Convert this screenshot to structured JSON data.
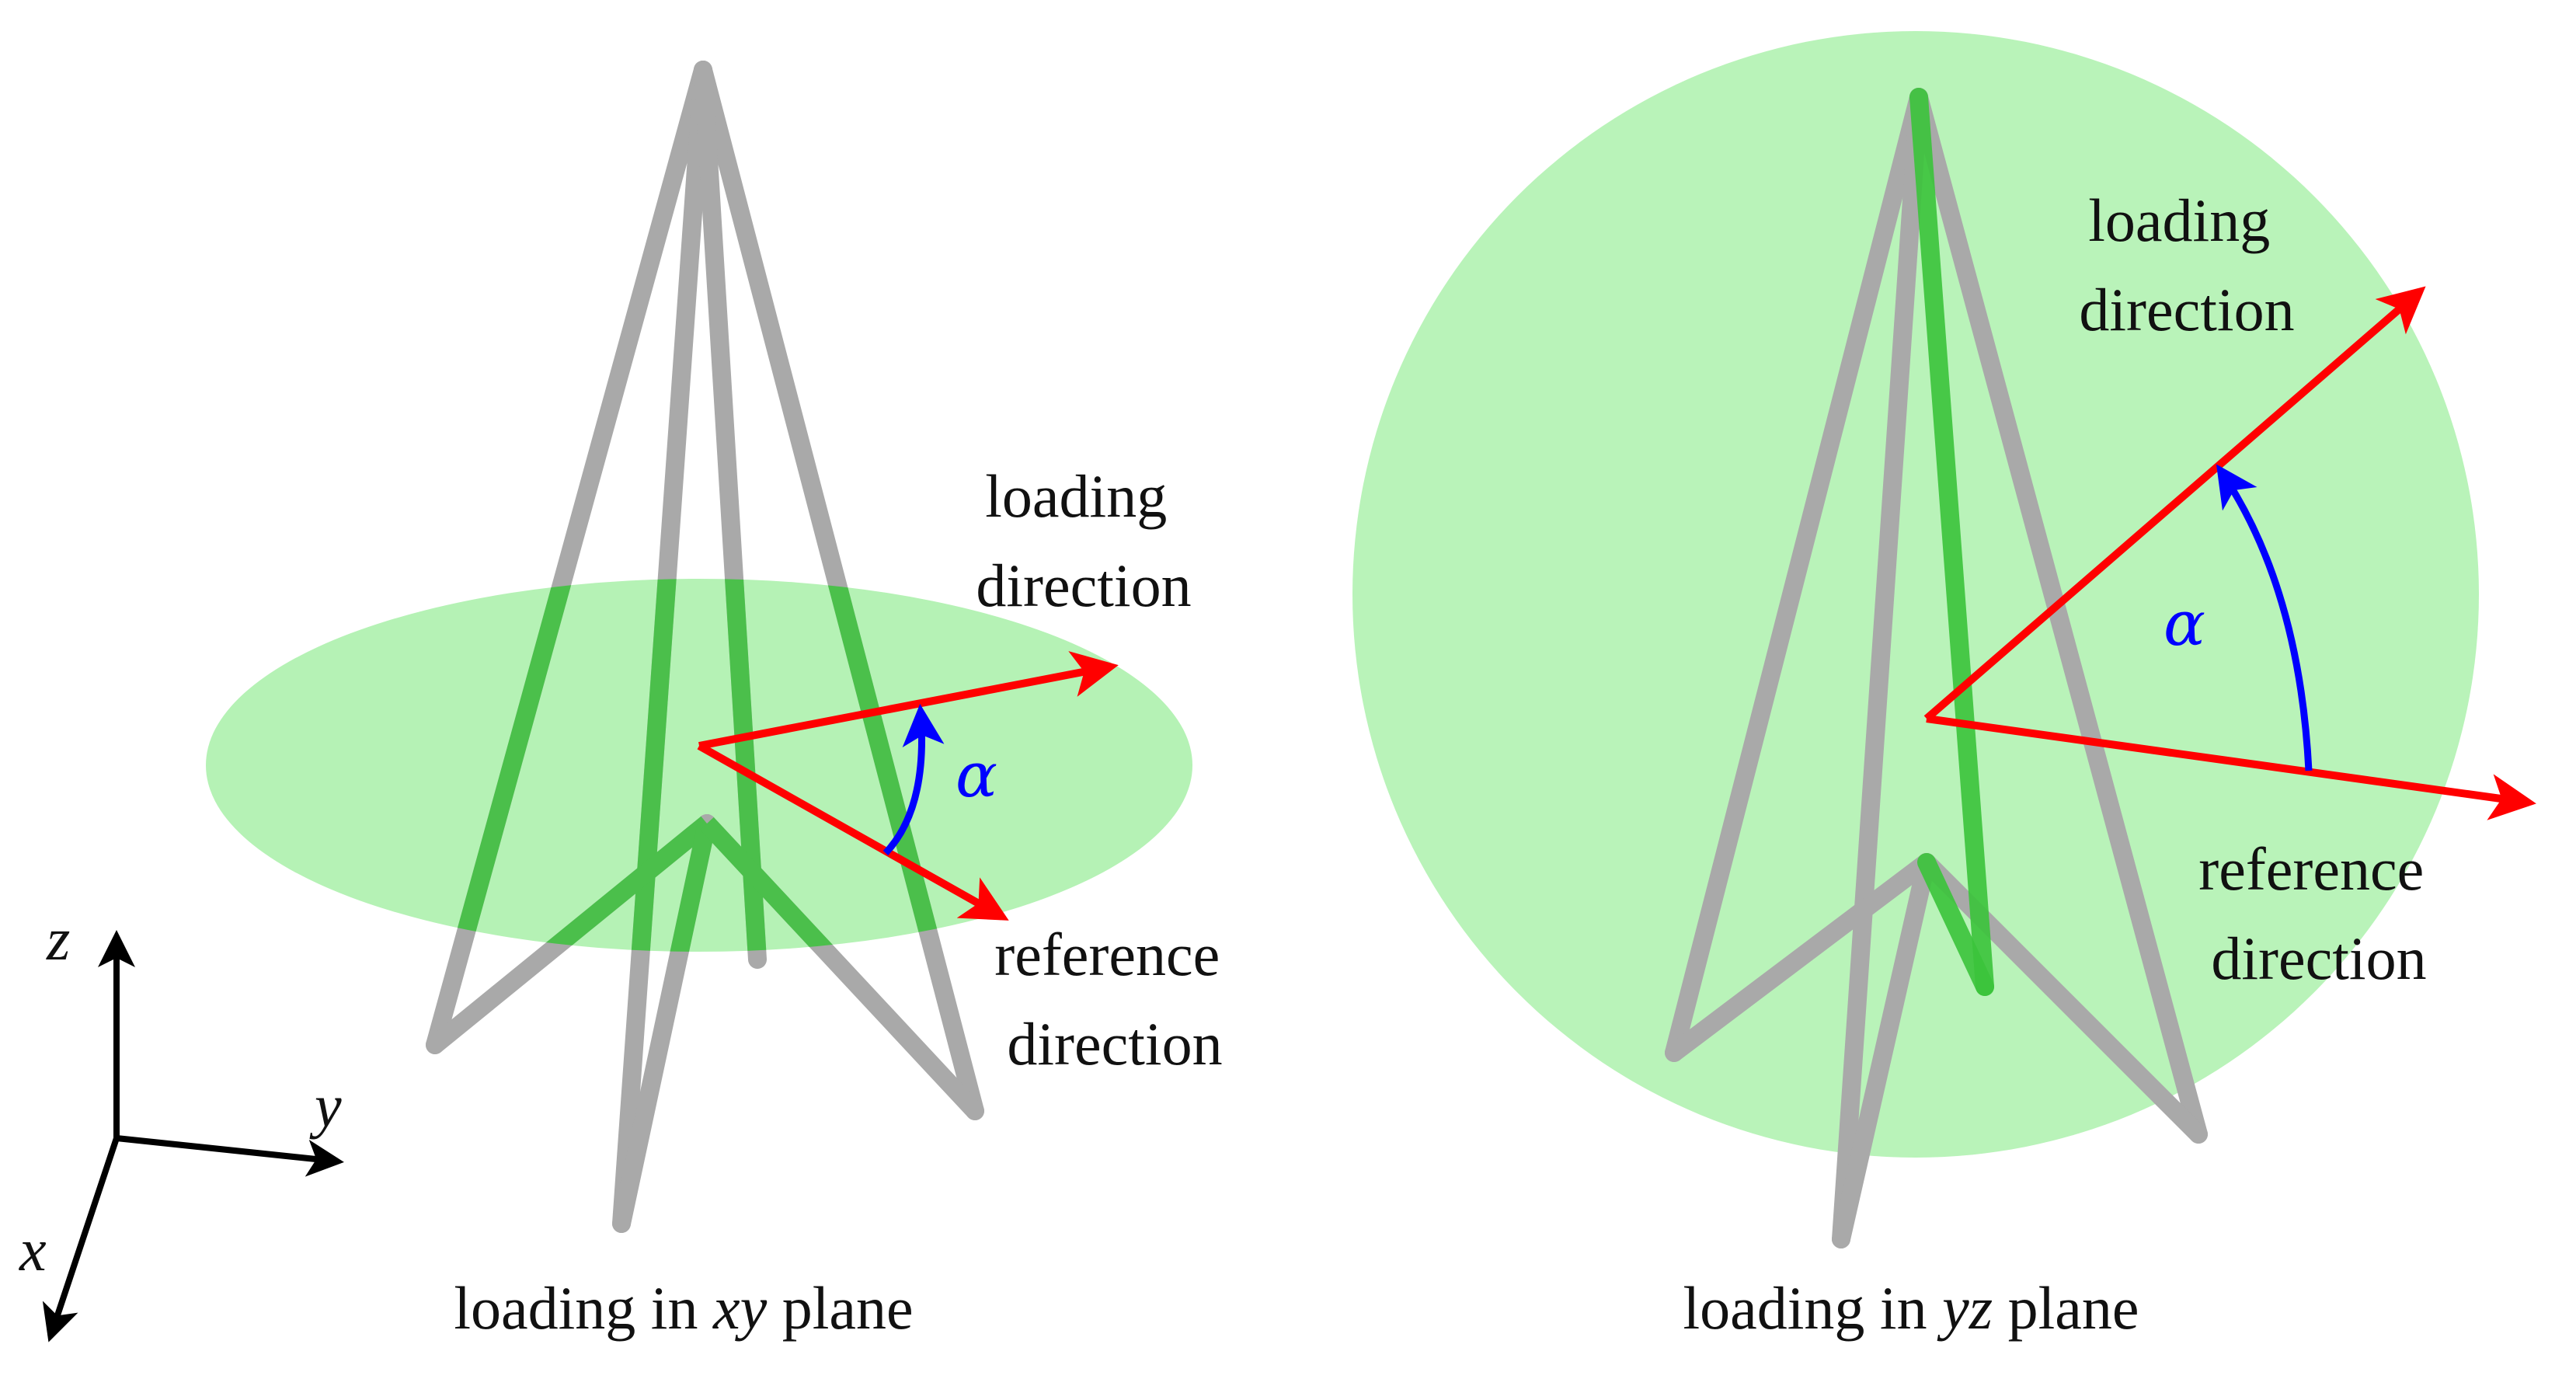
{
  "colors": {
    "plane_fill": "#a8f0a8",
    "strut": "#a9a9a9",
    "strut_inside_plane": "#3bc43b",
    "load_vector": "#ff0000",
    "angle_arc": "#0000ff",
    "axis": "#000000"
  },
  "axes": {
    "z": "z",
    "y": "y",
    "x": "x"
  },
  "left_panel": {
    "caption_prefix": "loading in ",
    "caption_italic": "xy",
    "caption_suffix": " plane",
    "loading_line1": "loading",
    "loading_line2": "direction",
    "reference_line1": "reference",
    "reference_line2": "direction",
    "angle_symbol": "α"
  },
  "right_panel": {
    "caption_prefix": "loading in ",
    "caption_italic": "yz",
    "caption_suffix": " plane",
    "loading_line1": "loading",
    "loading_line2": "direction",
    "reference_line1": "reference",
    "reference_line2": "direction",
    "angle_symbol": "α"
  }
}
